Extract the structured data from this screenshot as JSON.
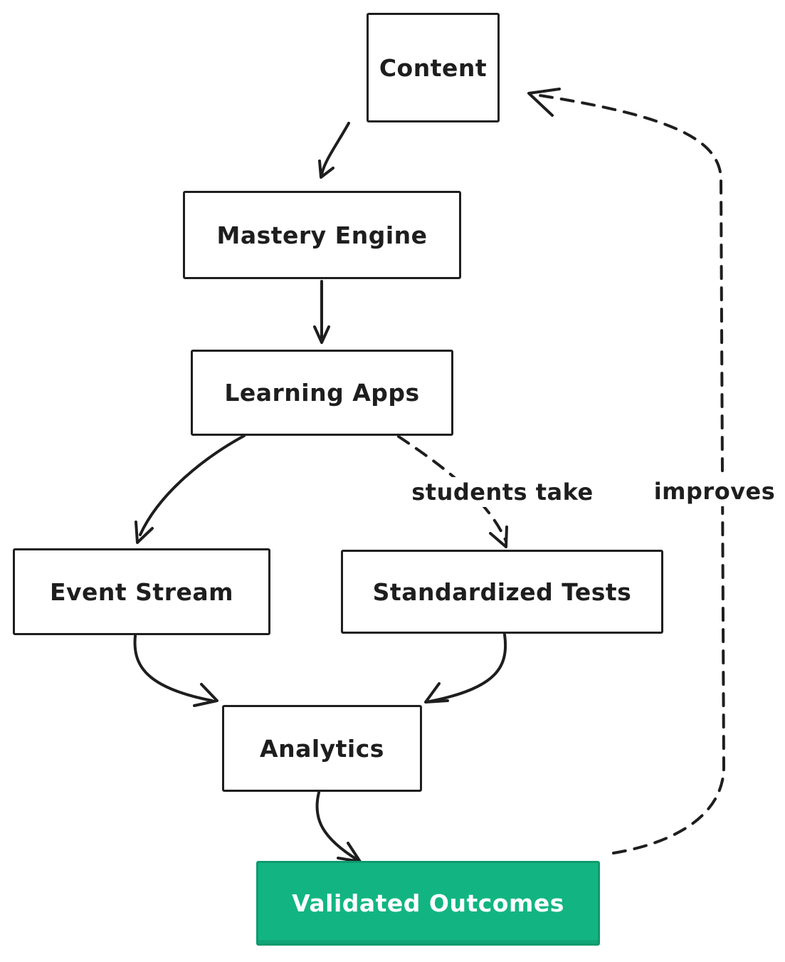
{
  "diagram": {
    "nodes": {
      "content": {
        "label": "Content"
      },
      "mastery_engine": {
        "label": "Mastery Engine"
      },
      "learning_apps": {
        "label": "Learning Apps"
      },
      "event_stream": {
        "label": "Event Stream"
      },
      "standardized_tests": {
        "label": "Standardized Tests"
      },
      "analytics": {
        "label": "Analytics"
      },
      "validated_outcomes": {
        "label": "Validated Outcomes"
      }
    },
    "edge_labels": {
      "students_take": "students take",
      "improves": "improves"
    },
    "edges": [
      {
        "from": "Content",
        "to": "Mastery Engine",
        "style": "solid",
        "label": ""
      },
      {
        "from": "Mastery Engine",
        "to": "Learning Apps",
        "style": "solid",
        "label": ""
      },
      {
        "from": "Learning Apps",
        "to": "Event Stream",
        "style": "solid",
        "label": ""
      },
      {
        "from": "Learning Apps",
        "to": "Standardized Tests",
        "style": "dashed",
        "label": "students take"
      },
      {
        "from": "Event Stream",
        "to": "Analytics",
        "style": "solid",
        "label": ""
      },
      {
        "from": "Standardized Tests",
        "to": "Analytics",
        "style": "solid",
        "label": ""
      },
      {
        "from": "Analytics",
        "to": "Validated Outcomes",
        "style": "solid",
        "label": ""
      },
      {
        "from": "Validated Outcomes",
        "to": "Content",
        "style": "dashed",
        "label": "improves"
      }
    ],
    "colors": {
      "ink": "#1e1e1e",
      "background": "#ffffff",
      "accent_green_fill": "#12b581",
      "accent_green_border": "#0e9a6e",
      "outcomes_text": "#ffffff"
    }
  }
}
